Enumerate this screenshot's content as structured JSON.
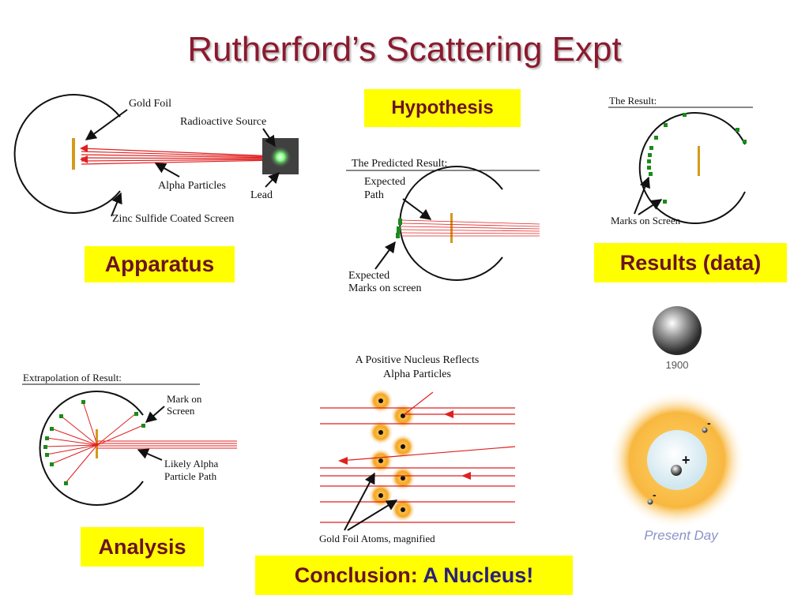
{
  "title": "Rutherford’s Scattering Expt",
  "boxes": {
    "hypothesis": "Hypothesis",
    "apparatus": "Apparatus",
    "results": "Results (data)",
    "analysis": "Analysis",
    "conclusion_prefix": "Conclusion: ",
    "conclusion_highlight": "A Nucleus!"
  },
  "apparatus": {
    "gold_foil": "Gold Foil",
    "source": "Radioactive Source",
    "alpha": "Alpha Particles",
    "lead": "Lead",
    "screen": "Zinc Sulfide Coated Screen"
  },
  "predicted": {
    "heading": "The Predicted Result:",
    "path_1": "Expected",
    "path_2": "Path",
    "marks_1": "Expected",
    "marks_2": "Marks on screen"
  },
  "result": {
    "heading": "The Result:",
    "marks": "Marks on Screen"
  },
  "extrapolation": {
    "heading": "Extrapolation of Result:",
    "mark_1": "Mark on",
    "mark_2": "Screen",
    "path_1": "Likely Alpha",
    "path_2": "Particle Path"
  },
  "nucleus": {
    "heading_1": "A Positive Nucleus Reflects",
    "heading_2": "Alpha Particles",
    "atoms": "Gold Foil Atoms, magnified"
  },
  "models": {
    "year_1900": "1900",
    "present": "Present Day",
    "plus": "+",
    "minus": "-"
  },
  "colors": {
    "title": "#8b1a2e",
    "label_box": "#ffff00",
    "conclusion_highlight": "#2b1f7a",
    "beam": "#e02020",
    "foil": "#d49a1a",
    "mark": "#1a8a1a"
  }
}
